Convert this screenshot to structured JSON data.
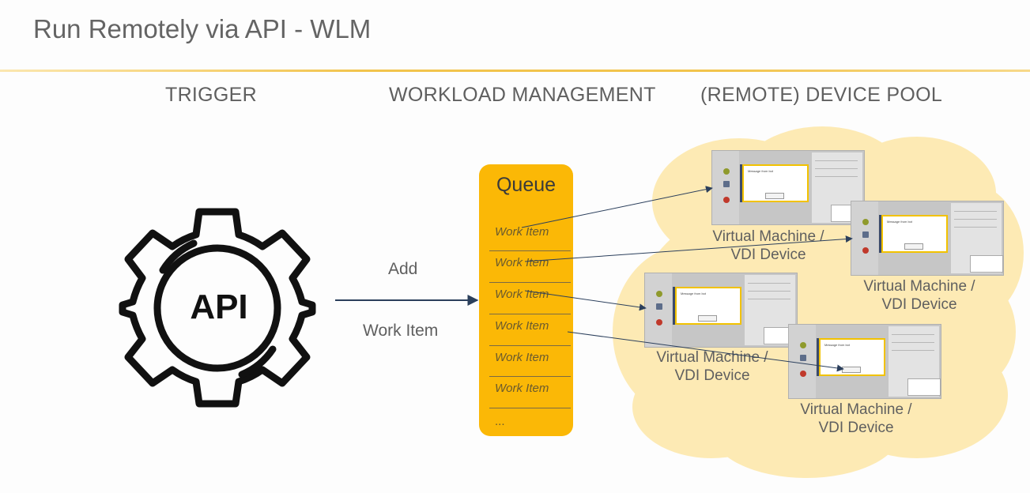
{
  "slide": {
    "title": "Run Remotely via API - WLM"
  },
  "columns": {
    "trigger": "TRIGGER",
    "workload": "WORKLOAD MANAGEMENT",
    "pool": "(REMOTE) DEVICE POOL"
  },
  "trigger": {
    "icon_label": "API",
    "add_label": "Add",
    "work_item_label": "Work Item"
  },
  "queue": {
    "title": "Queue",
    "items": [
      "Work Item",
      "Work Item",
      "Work Item",
      "Work Item",
      "Work Item",
      "Work Item",
      "..."
    ]
  },
  "devices": [
    {
      "line1": "Virtual Machine /",
      "line2": "VDI Device"
    },
    {
      "line1": "Virtual Machine /",
      "line2": "VDI Device"
    },
    {
      "line1": "Virtual Machine /",
      "line2": "VDI Device"
    },
    {
      "line1": "Virtual Machine /",
      "line2": "VDI Device"
    }
  ],
  "colors": {
    "accent_rule": "#f2c44d",
    "queue_fill": "#fbb806",
    "cloud_fill": "#fdeab4",
    "arrow": "#2b3f5c"
  }
}
